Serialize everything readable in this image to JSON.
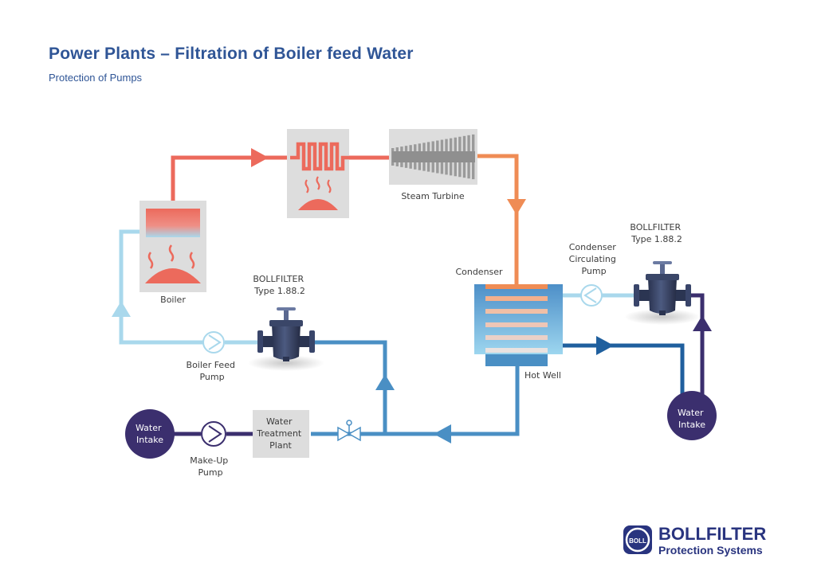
{
  "header": {
    "title": "Power Plants – Filtration of Boiler feed Water",
    "subtitle": "Protection of Pumps"
  },
  "labels": {
    "steam_turbine": "Steam Turbine",
    "boiler": "Boiler",
    "condenser": "Condenser",
    "hot_well": "Hot Well",
    "boiler_filter": [
      "BOLLFILTER",
      "Type 1.88.2"
    ],
    "condenser_filter": [
      "BOLLFILTER",
      "Type 1.88.2"
    ],
    "boiler_feed_pump": [
      "Boiler Feed",
      "Pump"
    ],
    "condenser_pump": [
      "Condenser",
      "Circulating",
      "Pump"
    ],
    "water_treatment_plant": [
      "Water",
      "Treatment",
      "Plant"
    ],
    "make_up_pump": [
      "Make-Up",
      "Pump"
    ],
    "water_intake_left": [
      "Water",
      "Intake"
    ],
    "water_intake_right": [
      "Water",
      "Intake"
    ]
  },
  "logo": {
    "brand": "BOLLFILTER",
    "tagline": "Protection Systems",
    "emblem_text": "BOLL"
  },
  "colors": {
    "title": "#2f5596",
    "steam_red": "#ec6a5c",
    "exhaust_orange": "#ef8c55",
    "feed_light_blue": "#a9d8ec",
    "return_blue": "#4a8fc4",
    "cooling_dark_blue": "#1f5f9e",
    "intake_purple": "#3b2f6e",
    "component_grey": "#dddddd",
    "logo_navy": "#29347f"
  }
}
